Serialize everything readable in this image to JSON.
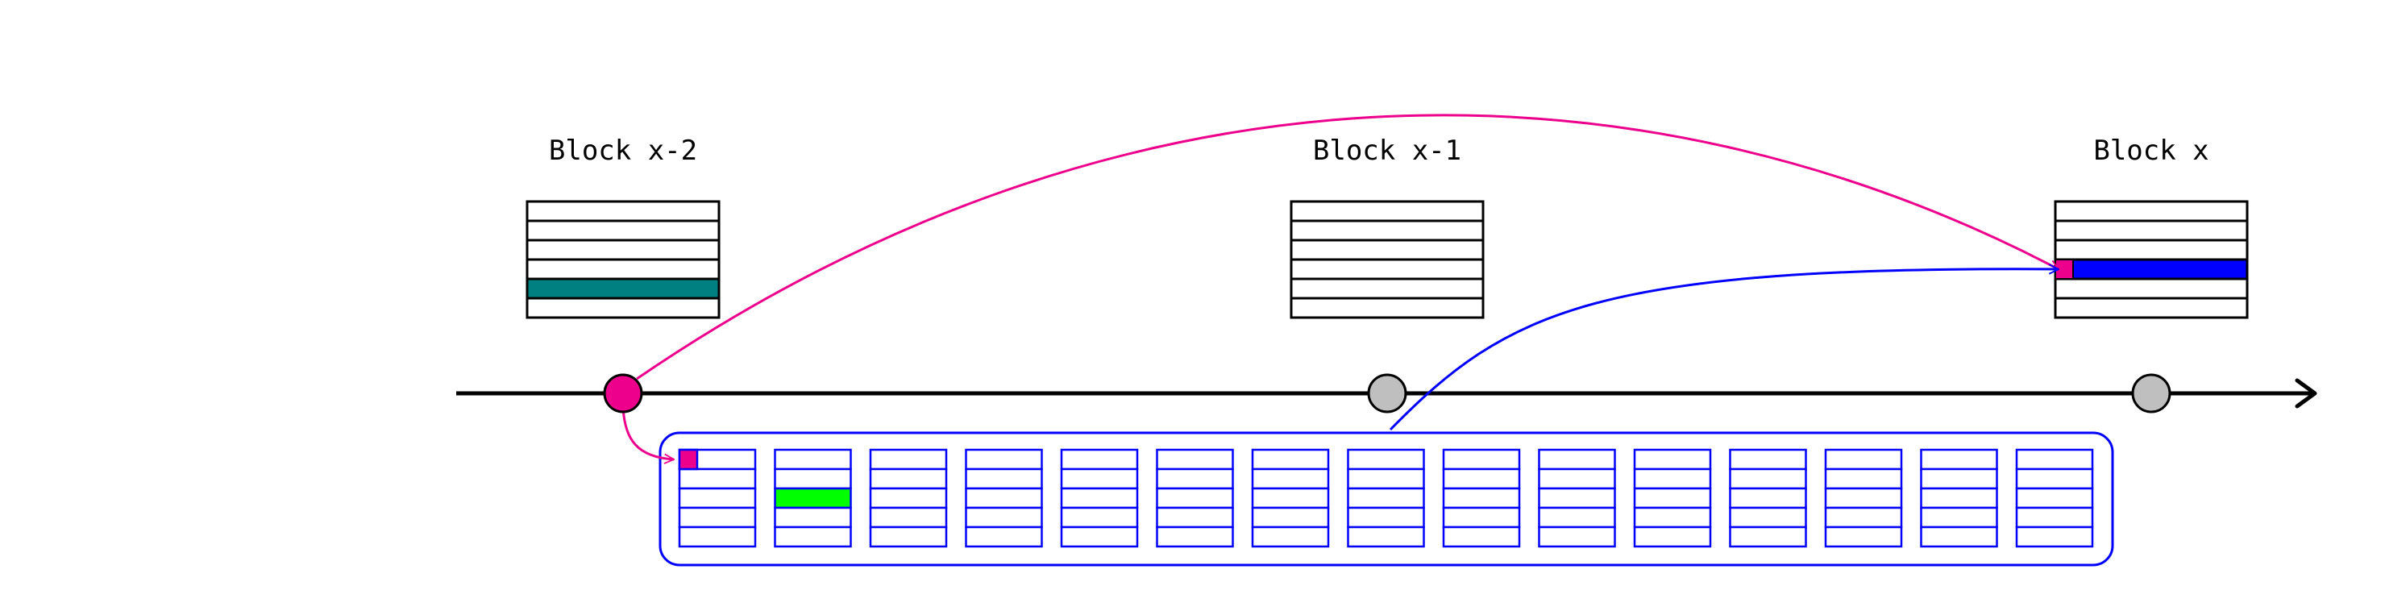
{
  "blocks": [
    {
      "label": "Block x-2",
      "rows": 6,
      "highlight_row": 4,
      "highlight_color": "#008080",
      "marker": false
    },
    {
      "label": "Block x-1",
      "rows": 6,
      "highlight_row": -1,
      "highlight_color": "",
      "marker": false
    },
    {
      "label": "Block x",
      "rows": 6,
      "highlight_row": 3,
      "highlight_color": "#0000ff",
      "marker": true
    }
  ],
  "timeline_nodes": [
    {
      "block": 0,
      "color": "#ec008c"
    },
    {
      "block": 1,
      "color": "#bfbfbf"
    },
    {
      "block": 2,
      "color": "#bfbfbf"
    }
  ],
  "buffer": {
    "columns": 15,
    "rows": 5,
    "border_color": "#0000ff",
    "marker_color": "#ec008c",
    "marker_column": 0,
    "marker_row": 0,
    "green_column": 1,
    "green_row": 2,
    "green_color": "#00ff00"
  },
  "colors": {
    "magenta": "#ec008c",
    "blue": "#0000ff",
    "black": "#000000",
    "node_gray": "#bfbfbf"
  }
}
